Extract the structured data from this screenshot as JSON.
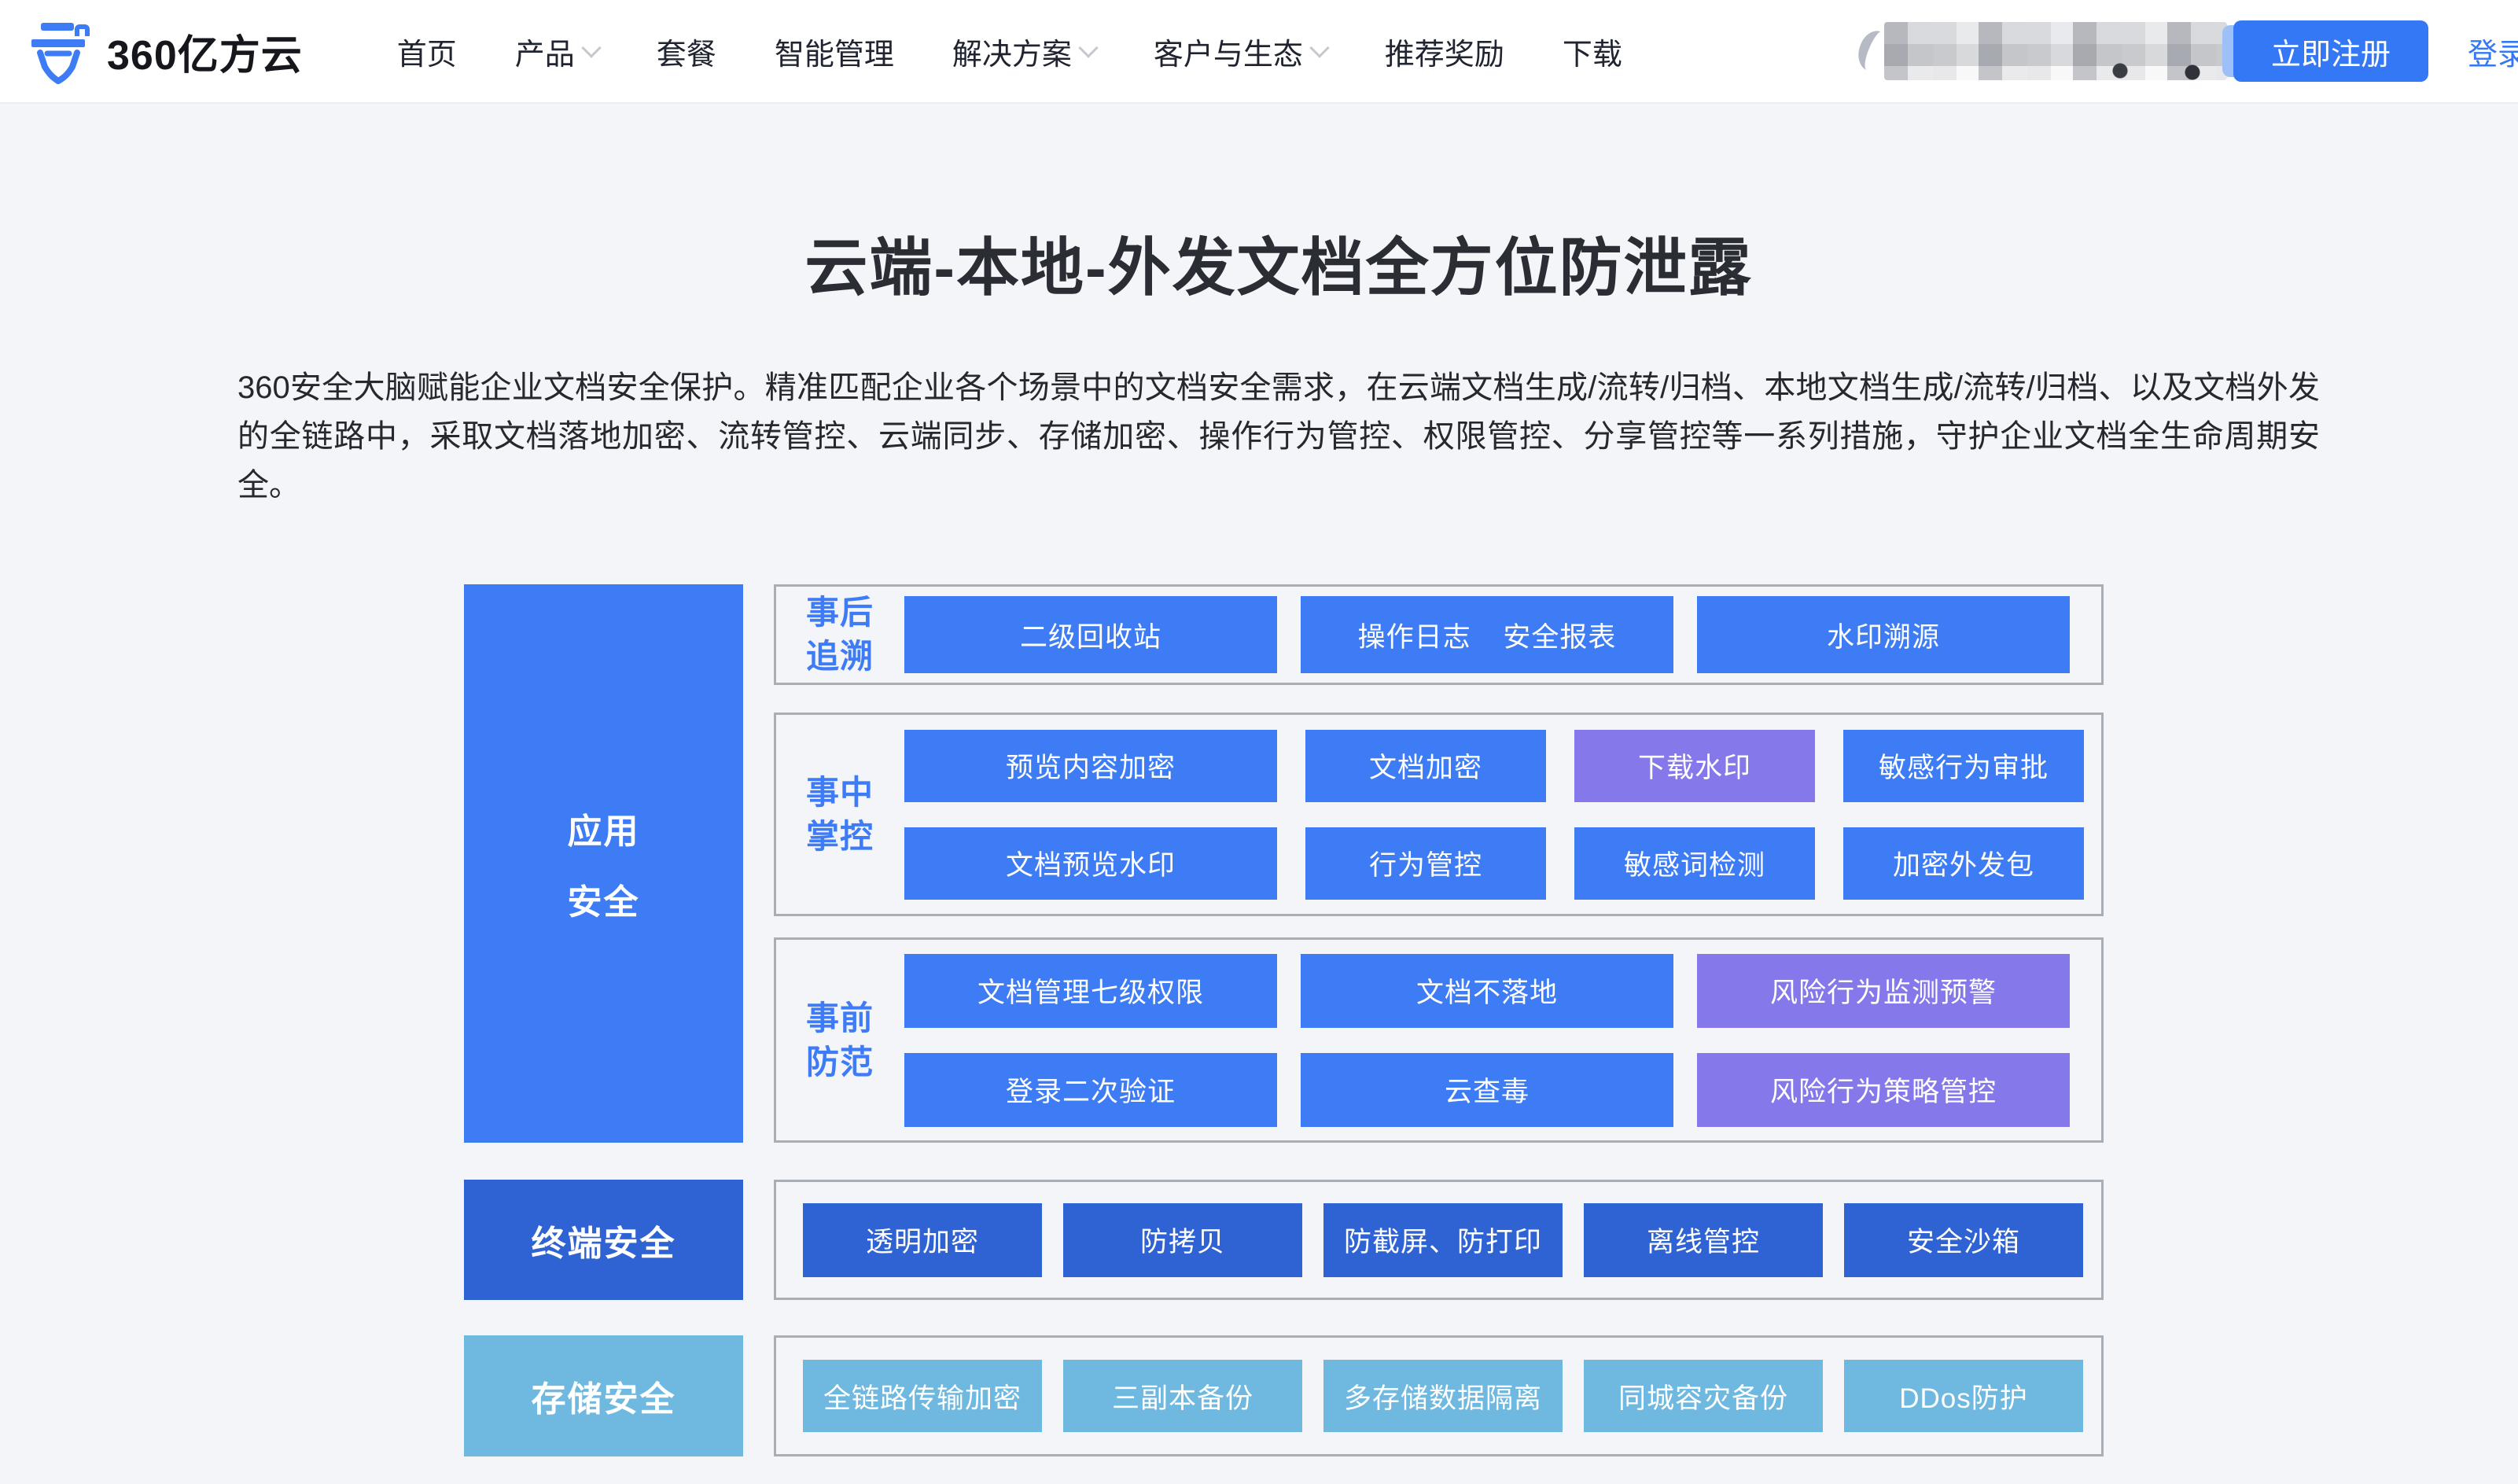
{
  "header": {
    "logo": {
      "text": "360亿方云",
      "icon": "cloud-shield-logo-icon",
      "brand_color": "#3d7cf5"
    },
    "nav_items": [
      {
        "id": "home",
        "label": "首页",
        "has_dropdown": false
      },
      {
        "id": "product",
        "label": "产品",
        "has_dropdown": true
      },
      {
        "id": "package",
        "label": "套餐",
        "has_dropdown": false
      },
      {
        "id": "smart-management",
        "label": "智能管理",
        "has_dropdown": false
      },
      {
        "id": "solution",
        "label": "解决方案",
        "has_dropdown": true
      },
      {
        "id": "customer-ecosystem",
        "label": "客户与生态",
        "has_dropdown": true
      },
      {
        "id": "referral-rewards",
        "label": "推荐奖励",
        "has_dropdown": false
      },
      {
        "id": "download",
        "label": "下载",
        "has_dropdown": false
      }
    ],
    "register_button": "立即注册",
    "login_link": "登录"
  },
  "hero": {
    "title": "云端-本地-外发文档全方位防泄露",
    "description": "360安全大脑赋能企业文档安全保护。精准匹配企业各个场景中的文档安全需求，在云端文档生成/流转/归档、本地文档生成/流转/归档、以及文档外发的全链路中，采取文档落地加密、流转管控、云端同步、存储加密、操作行为管控、权限管控、分享管控等一系列措施，守护企业文档全生命周期安全。"
  },
  "diagram": {
    "colors": {
      "blue": "#3d7cf4",
      "purple": "#8478eb",
      "dark_blue": "#2f63d4",
      "light_blue": "#6fb9e1",
      "label_blue": "#3e7cf7"
    },
    "left_blocks": [
      {
        "id": "app-security",
        "lines": [
          "应用",
          "安全"
        ],
        "variant": "blue"
      },
      {
        "id": "terminal-security",
        "lines": [
          "终端安全"
        ],
        "variant": "dark"
      },
      {
        "id": "storage-security",
        "lines": [
          "存储安全"
        ],
        "variant": "light"
      }
    ],
    "groups": [
      {
        "id": "post-event-trace",
        "label_lines": [
          "事后",
          "追溯"
        ],
        "rows": [
          [
            {
              "text": "二级回收站",
              "variant": "blue",
              "w": "wide"
            },
            {
              "text": "操作日志 安全报表",
              "variant": "blue",
              "w": "wide"
            },
            {
              "text": "水印溯源",
              "variant": "blue",
              "w": "wide"
            }
          ]
        ]
      },
      {
        "id": "in-process-control",
        "label_lines": [
          "事中",
          "掌控"
        ],
        "rows": [
          [
            {
              "text": "预览内容加密",
              "variant": "blue",
              "w": "wide"
            },
            {
              "text": "文档加密",
              "variant": "blue",
              "w": "narrow"
            },
            {
              "text": "下载水印",
              "variant": "purple",
              "w": "narrow"
            },
            {
              "text": "敏感行为审批",
              "variant": "blue",
              "w": "narrow"
            }
          ],
          [
            {
              "text": "文档预览水印",
              "variant": "blue",
              "w": "wide"
            },
            {
              "text": "行为管控",
              "variant": "blue",
              "w": "narrow"
            },
            {
              "text": "敏感词检测",
              "variant": "blue",
              "w": "narrow"
            },
            {
              "text": "加密外发包",
              "variant": "blue",
              "w": "narrow"
            }
          ]
        ]
      },
      {
        "id": "pre-event-prevention",
        "label_lines": [
          "事前",
          "防范"
        ],
        "rows": [
          [
            {
              "text": "文档管理七级权限",
              "variant": "blue",
              "w": "wide"
            },
            {
              "text": "文档不落地",
              "variant": "blue",
              "w": "wide"
            },
            {
              "text": "风险行为监测预警",
              "variant": "purple",
              "w": "wide"
            }
          ],
          [
            {
              "text": "登录二次验证",
              "variant": "blue",
              "w": "wide"
            },
            {
              "text": "云查毒",
              "variant": "blue",
              "w": "wide"
            },
            {
              "text": "风险行为策略管控",
              "variant": "purple",
              "w": "wide"
            }
          ]
        ]
      },
      {
        "id": "terminal-features",
        "label_lines": [],
        "rows": [
          [
            {
              "text": "透明加密",
              "variant": "dark",
              "w": "cell"
            },
            {
              "text": "防拷贝",
              "variant": "dark",
              "w": "cell"
            },
            {
              "text": "防截屏、防打印",
              "variant": "dark",
              "w": "cell"
            },
            {
              "text": "离线管控",
              "variant": "dark",
              "w": "cell"
            },
            {
              "text": "安全沙箱",
              "variant": "dark",
              "w": "cell"
            }
          ]
        ]
      },
      {
        "id": "storage-features",
        "label_lines": [],
        "rows": [
          [
            {
              "text": "全链路传输加密",
              "variant": "light",
              "w": "cell"
            },
            {
              "text": "三副本备份",
              "variant": "light",
              "w": "cell"
            },
            {
              "text": "多存储数据隔离",
              "variant": "light",
              "w": "cell"
            },
            {
              "text": "同城容灾备份",
              "variant": "light",
              "w": "cell"
            },
            {
              "text": "DDos防护",
              "variant": "light",
              "w": "cell"
            }
          ]
        ]
      }
    ]
  }
}
